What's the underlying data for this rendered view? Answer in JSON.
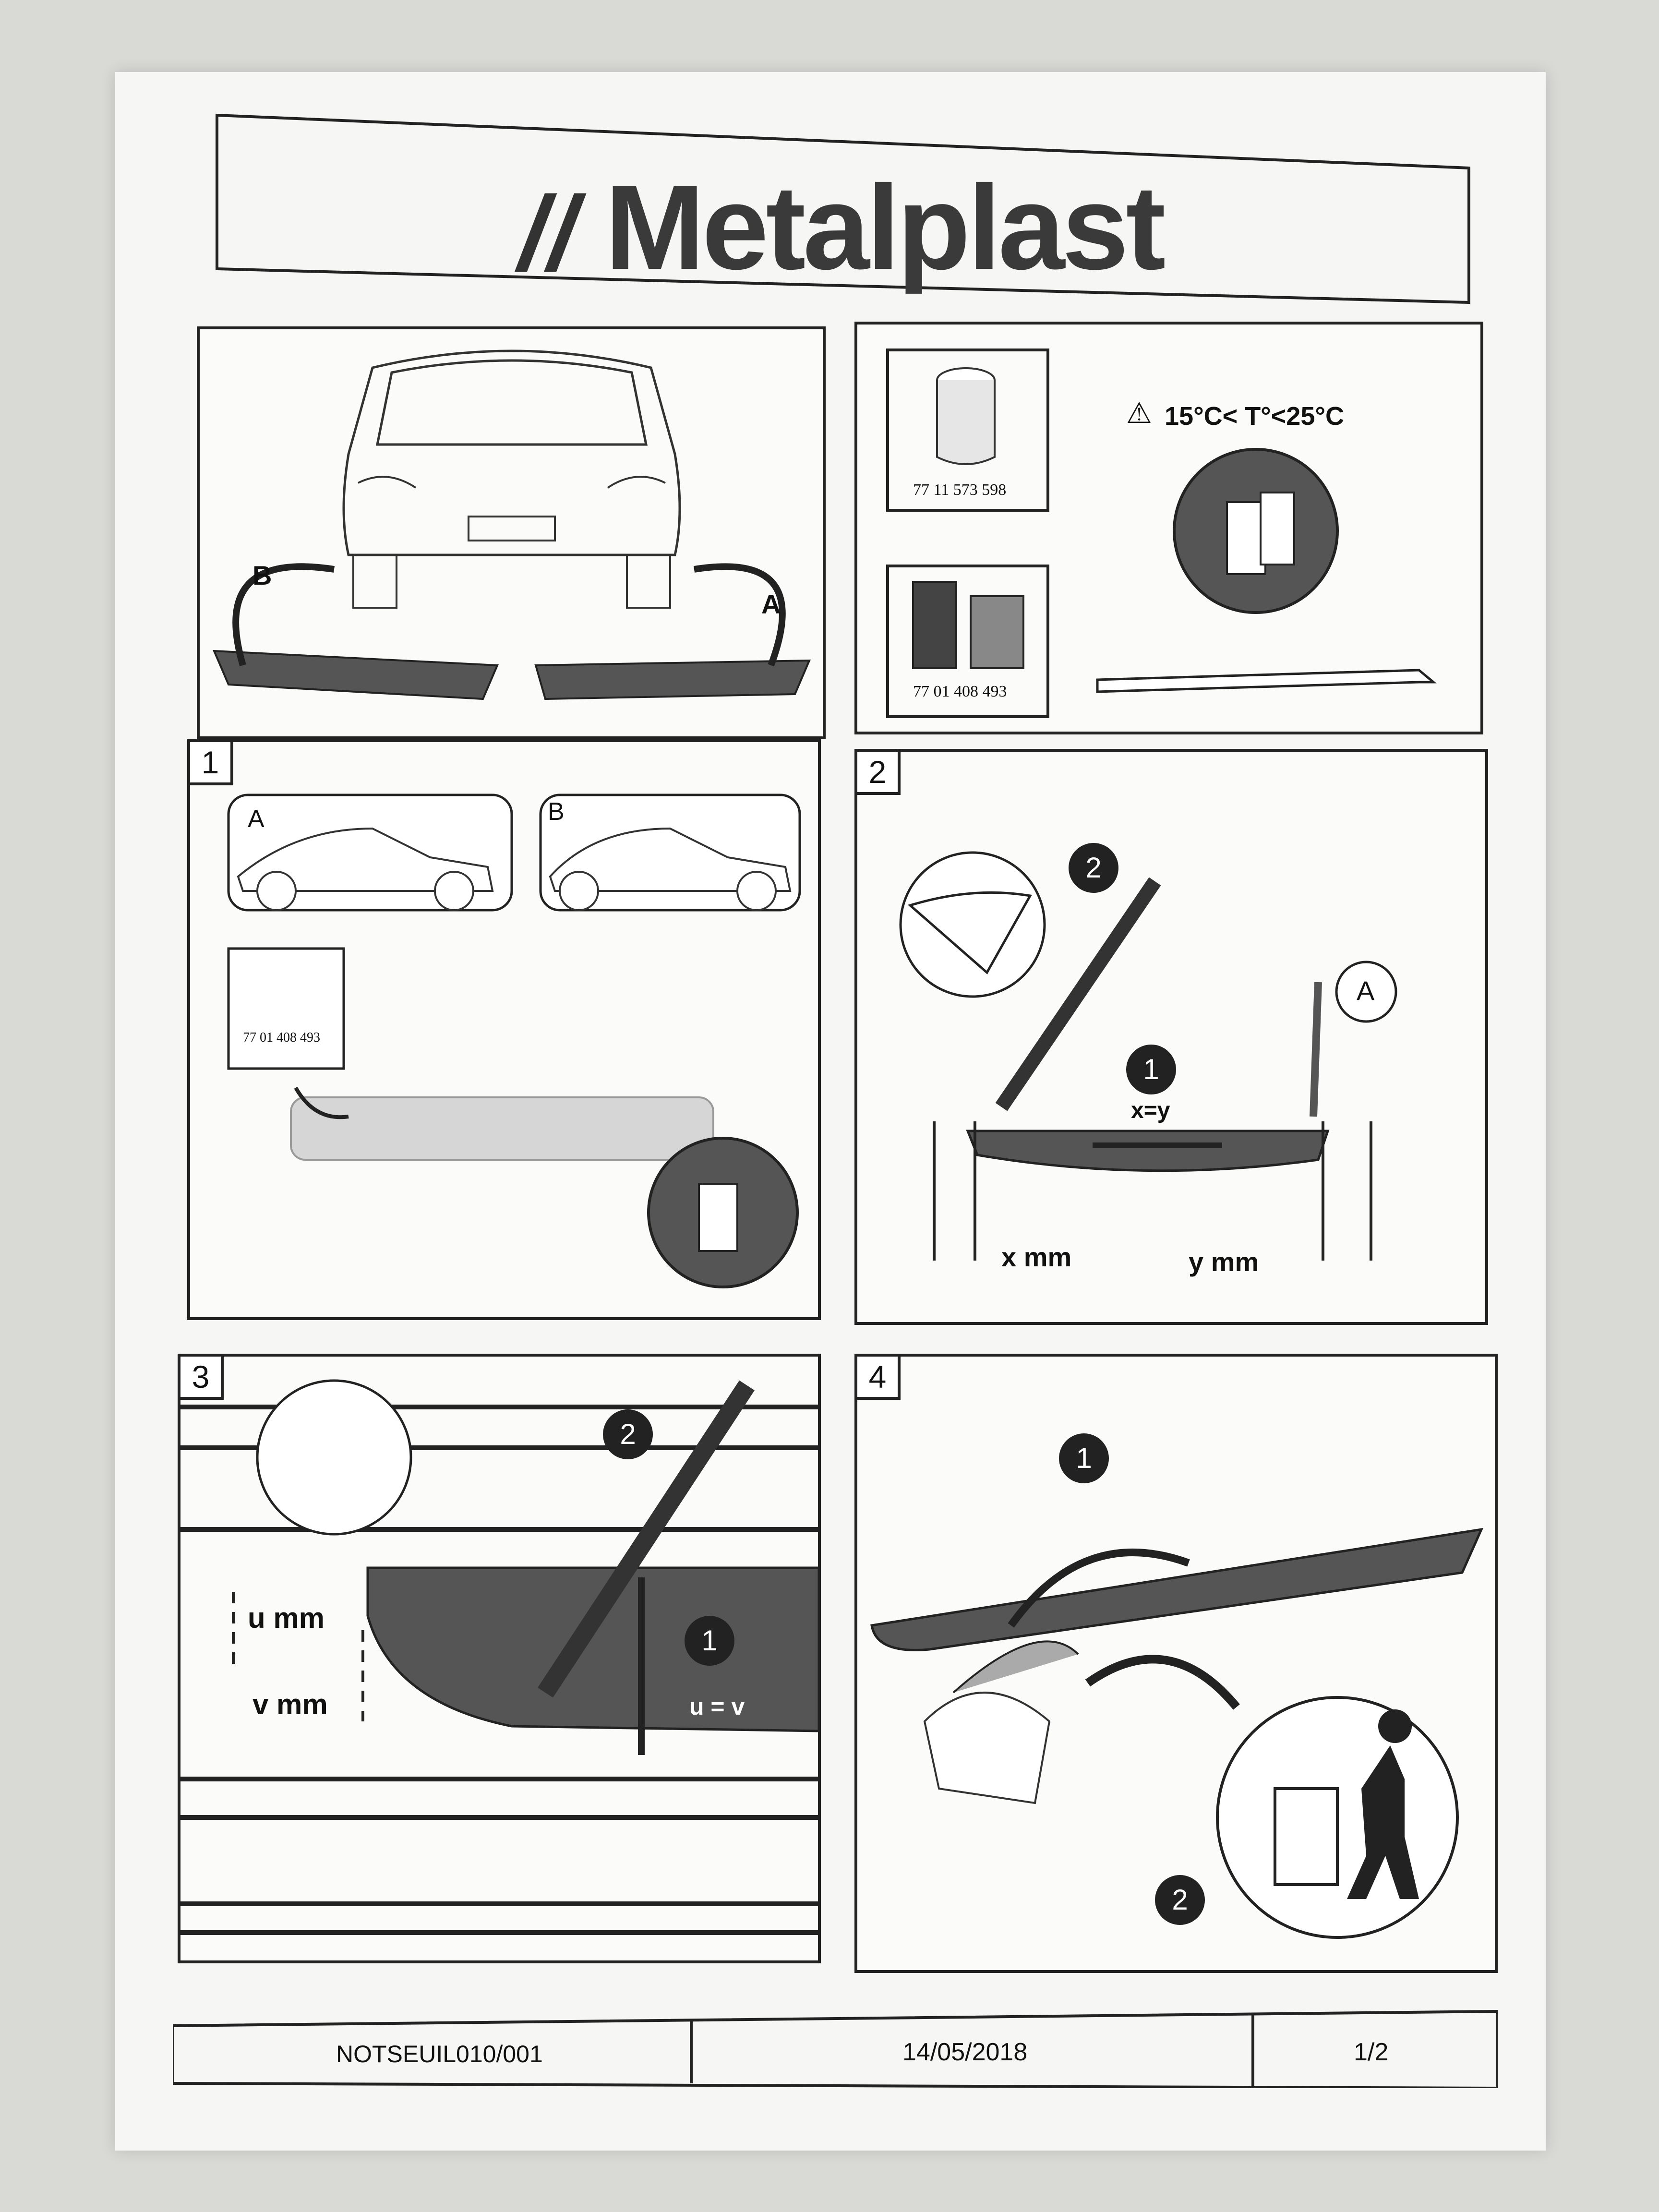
{
  "header": {
    "brand": "Metalplast"
  },
  "overview": {
    "label_a": "A",
    "label_b": "B"
  },
  "materials": {
    "roll_part_no": "77 11 573 598",
    "cleaner_part_no": "77 01 408 493",
    "temperature": "15°C< T°<25°C",
    "icons": [
      "warning-icon",
      "gloves-icon",
      "marker-pen-icon"
    ]
  },
  "steps": [
    {
      "number": "1",
      "label_a": "A",
      "label_b": "B",
      "part_no": "77 01 408 493"
    },
    {
      "number": "2",
      "callout_1": "1",
      "callout_2": "2",
      "label_a": "A",
      "equation": "x=y",
      "dim_x": "x mm",
      "dim_y": "y mm"
    },
    {
      "number": "3",
      "callout_1": "1",
      "callout_2": "2",
      "dim_u": "u mm",
      "dim_v": "v mm",
      "equation": "u = v"
    },
    {
      "number": "4",
      "callout_1": "1",
      "callout_2": "2"
    }
  ],
  "footer": {
    "reference": "NOTSEUIL010/001",
    "date": "14/05/2018",
    "page": "1/2"
  }
}
